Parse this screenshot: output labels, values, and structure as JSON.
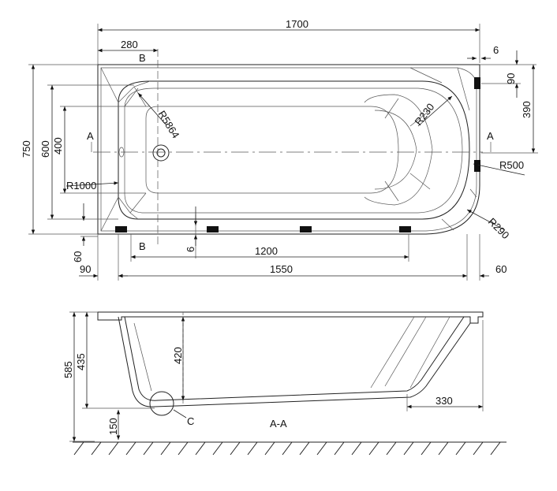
{
  "plan": {
    "length": "1700",
    "offset_280": "280",
    "section_b": "B",
    "corner_6": "6",
    "width_750": "750",
    "width_600": "600",
    "width_400": "400",
    "section_a": "A",
    "r1000": "R1000",
    "r5864": "R5864",
    "r230": "R230",
    "r500": "R500",
    "r290": "R290",
    "right_90": "90",
    "right_390": "390",
    "bottom_6": "6",
    "feet_1200": "1200",
    "left_60": "60",
    "left_90": "90",
    "bottom_1550": "1550",
    "right_60": "60"
  },
  "section": {
    "h585": "585",
    "h435": "435",
    "h420": "420",
    "h150": "150",
    "d330": "330",
    "detail_c": "C",
    "label": "A-A"
  }
}
